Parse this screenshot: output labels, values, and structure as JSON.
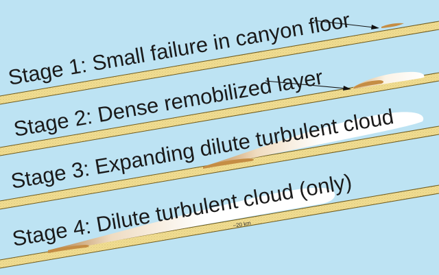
{
  "diagram": {
    "stages": [
      {
        "label": "Stage 1: Small failure in canyon floor"
      },
      {
        "label": "Stage 2: Dense remobilized layer"
      },
      {
        "label": "Stage 3: Expanding dilute turbulent cloud"
      },
      {
        "label": "Stage 4: Dilute turbulent cloud (only)"
      }
    ],
    "scale_label": "~20 km",
    "colors": {
      "background": "#bde3f3",
      "seafloor": "#f1dd91",
      "seafloor_edge": "#6e5a1c",
      "dense_layer": "#c58d44",
      "dilute_cloud": "#ffffff",
      "arrow": "#111111"
    }
  }
}
